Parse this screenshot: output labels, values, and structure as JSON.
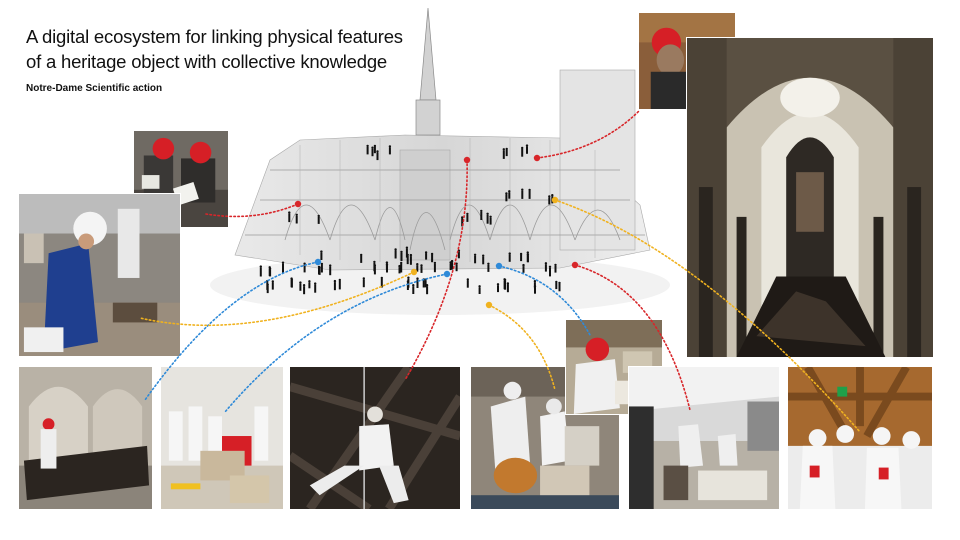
{
  "header": {
    "title_line1": "A digital ecosystem for linking physical features",
    "title_line2": "of a heritage object with collective knowledge",
    "subtitle": "Notre-Dame Scientific action"
  },
  "colors": {
    "link_red": "#d8262a",
    "link_blue": "#2f8ad8",
    "link_yellow": "#f0b21f",
    "helmet_red": "#d61f26",
    "suit_white": "#eef0f2",
    "charred_wood": "#2b2520"
  },
  "photos": [
    {
      "id": "workers-notes",
      "subject": "researchers taking notes"
    },
    {
      "id": "worker-hardhat",
      "subject": "worker in hard hat sorting debris"
    },
    {
      "id": "scanner-operator",
      "subject": "operator with laser scanner"
    },
    {
      "id": "nave-after-fire",
      "subject": "cathedral nave after the fire"
    },
    {
      "id": "charred-beams",
      "subject": "charred timber beams in nave"
    },
    {
      "id": "stone-sorting",
      "subject": "team sorting stone blocks"
    },
    {
      "id": "rope-access",
      "subject": "rope-access worker in vault debris"
    },
    {
      "id": "stone-cleaning",
      "subject": "researchers cleaning stone"
    },
    {
      "id": "sample-study",
      "subject": "researcher studying samples"
    },
    {
      "id": "tent-storage",
      "subject": "debris storage tent"
    },
    {
      "id": "roof-frame-team",
      "subject": "team under oak roof frame"
    }
  ]
}
